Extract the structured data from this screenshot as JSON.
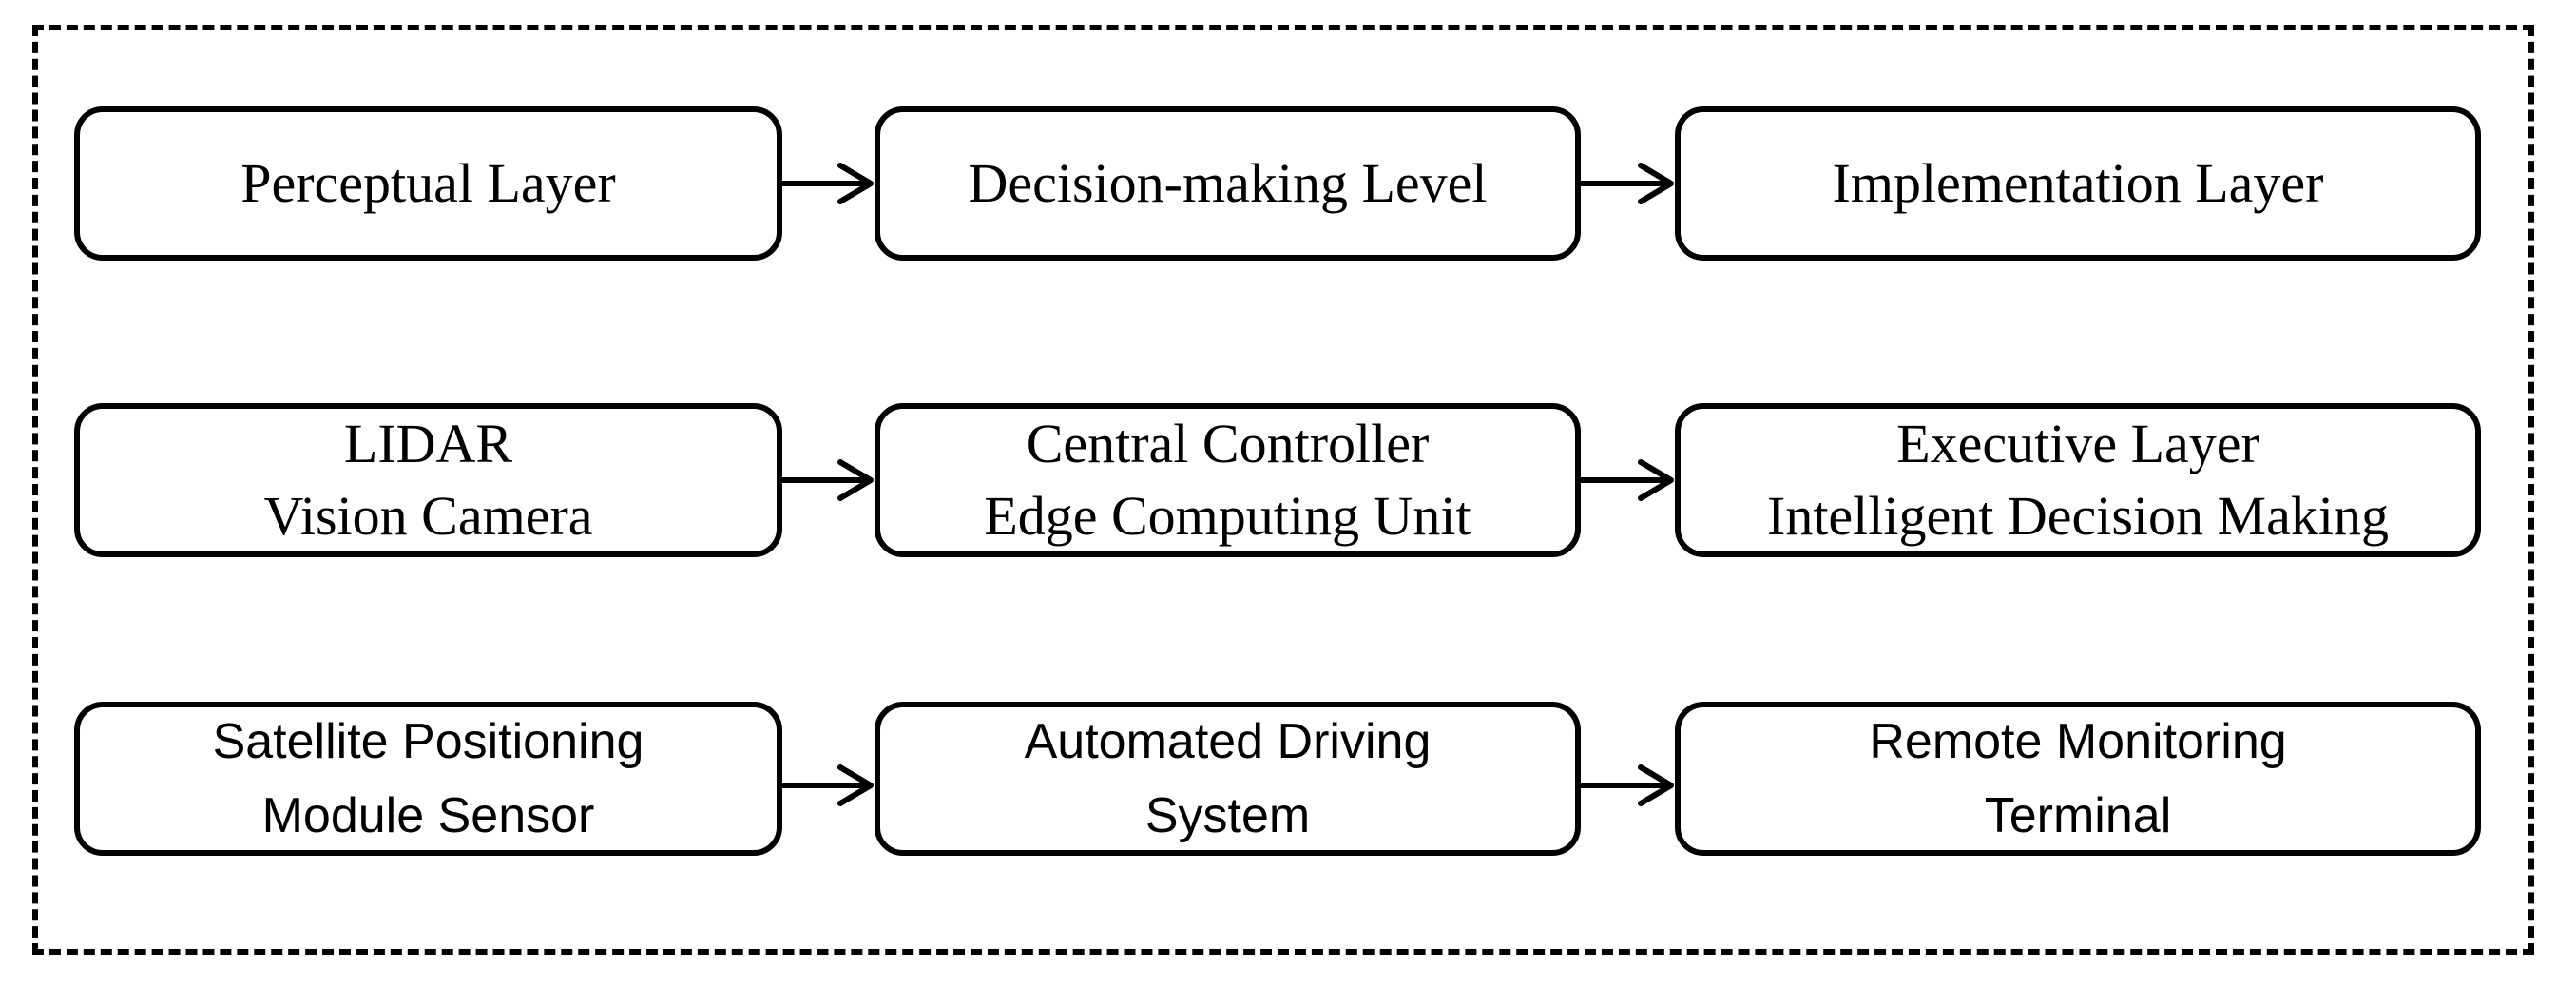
{
  "diagram": {
    "rows": [
      {
        "nodes": [
          {
            "lines": [
              "Perceptual Layer"
            ]
          },
          {
            "lines": [
              "Decision-making Level"
            ]
          },
          {
            "lines": [
              "Implementation Layer"
            ]
          }
        ]
      },
      {
        "nodes": [
          {
            "lines": [
              "LIDAR",
              "Vision Camera"
            ]
          },
          {
            "lines": [
              "Central Controller",
              "Edge Computing Unit"
            ]
          },
          {
            "lines": [
              "Executive Layer",
              "Intelligent Decision Making"
            ]
          }
        ]
      },
      {
        "nodes": [
          {
            "lines": [
              "Satellite Positioning",
              "Module Sensor"
            ]
          },
          {
            "lines": [
              "Automated Driving",
              "System"
            ]
          },
          {
            "lines": [
              "Remote Monitoring",
              "Terminal"
            ]
          }
        ]
      }
    ],
    "colors": {
      "stroke": "#000000",
      "background": "#ffffff"
    }
  }
}
